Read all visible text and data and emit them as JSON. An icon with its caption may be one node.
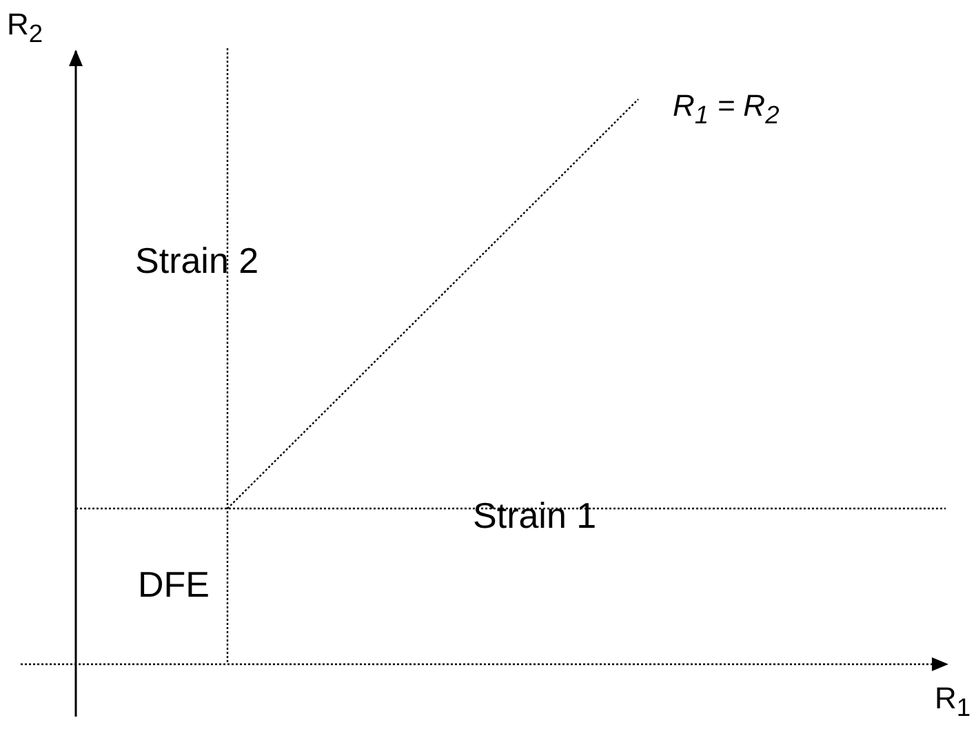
{
  "diagram": {
    "labels": [
      "R$_{2}$",
      "R$_{1}$ = R$_{2}$",
      "Strain 2",
      "Strain 1",
      "DFE",
      "R$_{1}$"
    ]
  }
}
